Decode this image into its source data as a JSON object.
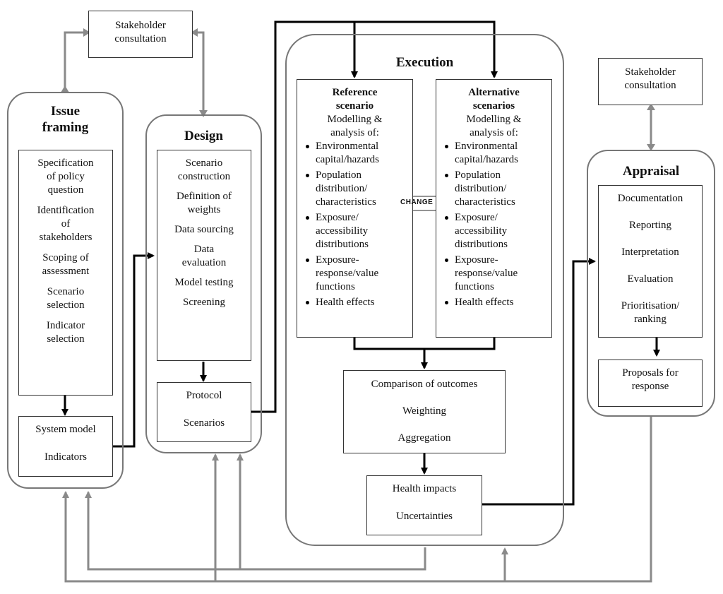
{
  "stakeholder_left": {
    "line1": "Stakeholder",
    "line2": "consultation"
  },
  "stakeholder_right": {
    "line1": "Stakeholder",
    "line2": "consultation"
  },
  "issue_framing": {
    "title_line1": "Issue",
    "title_line2": "framing",
    "items": [
      [
        "Specification",
        "of policy",
        "question"
      ],
      [
        "Identification",
        "of",
        "stakeholders"
      ],
      [
        "Scoping of",
        "assessment"
      ],
      [
        "Scenario",
        "selection"
      ],
      [
        "Indicator",
        "selection"
      ]
    ],
    "outputs": [
      "System model",
      "Indicators"
    ]
  },
  "design": {
    "title": "Design",
    "items": [
      [
        "Scenario",
        "construction"
      ],
      [
        "Definition of",
        "weights"
      ],
      [
        "Data sourcing"
      ],
      [
        "Data",
        "evaluation"
      ],
      [
        "Model testing"
      ],
      [
        "Screening"
      ]
    ],
    "outputs": [
      "Protocol",
      "Scenarios"
    ]
  },
  "execution": {
    "title": "Execution",
    "reference": {
      "header_line1": "Reference",
      "header_line2": "scenario",
      "sub_line1": "Modelling &",
      "sub_line2": "analysis of:",
      "bullets": [
        [
          "Environmental",
          "capital/hazards"
        ],
        [
          "Population",
          "distribution/",
          "characteristics"
        ],
        [
          "Exposure/",
          "accessibility",
          "distributions"
        ],
        [
          "Exposure-",
          "response/value",
          "functions"
        ],
        [
          "Health effects"
        ]
      ]
    },
    "alternative": {
      "header_line1": "Alternative",
      "header_line2": "scenarios",
      "sub_line1": "Modelling &",
      "sub_line2": "analysis of:",
      "bullets": [
        [
          "Environmental",
          "capital/hazards"
        ],
        [
          "Population",
          "distribution/",
          "characteristics"
        ],
        [
          "Exposure/",
          "accessibility",
          "distributions"
        ],
        [
          "Exposure-",
          "response/value",
          "functions"
        ],
        [
          "Health effects"
        ]
      ]
    },
    "change_label": "CHANGE",
    "comparison": [
      "Comparison of outcomes",
      "Weighting",
      "Aggregation"
    ],
    "health": [
      "Health impacts",
      "Uncertainties"
    ]
  },
  "appraisal": {
    "title": "Appraisal",
    "items": [
      [
        "Documentation"
      ],
      [
        "Reporting"
      ],
      [
        "Interpretation"
      ],
      [
        "Evaluation"
      ],
      [
        "Prioritisation/",
        "ranking"
      ]
    ],
    "proposals_line1": "Proposals for",
    "proposals_line2": "response"
  }
}
